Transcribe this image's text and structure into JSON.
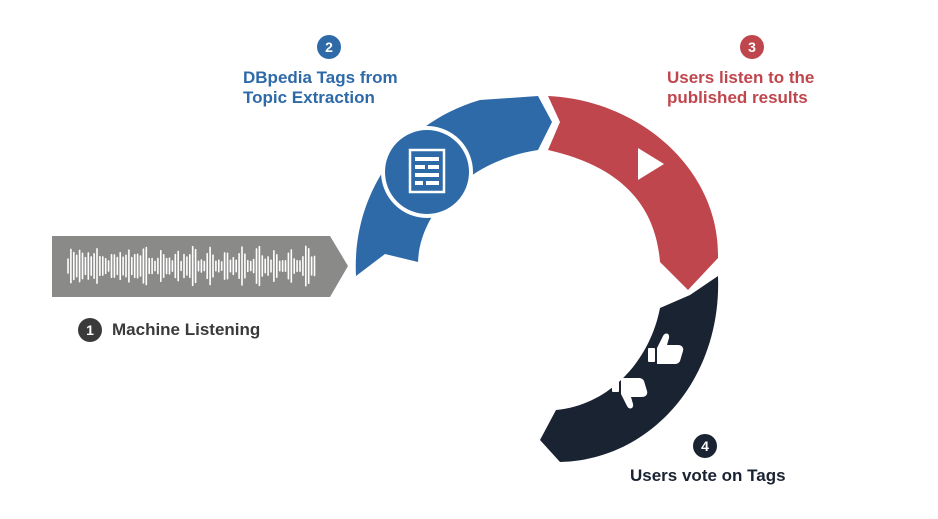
{
  "steps": [
    {
      "number": "1",
      "label": "Machine Listening",
      "color": "#3a3a3a"
    },
    {
      "number": "2",
      "label_line1": "DBpedia Tags from",
      "label_line2": "Topic Extraction",
      "color": "#2e6aa8"
    },
    {
      "number": "3",
      "label_line1": "Users listen to the",
      "label_line2": "published results",
      "color": "#c0464e"
    },
    {
      "number": "4",
      "label": "Users vote on Tags",
      "color": "#1a2332"
    }
  ],
  "colors": {
    "waveform_band": "#8a8a88",
    "blue_segment": "#2e6aa8",
    "red_segment": "#c0464e",
    "navy_segment": "#1a2332"
  },
  "icons": {
    "step1": "waveform-icon",
    "step2": "document-tags-icon",
    "step3": "play-icon",
    "step4": [
      "thumbs-up-icon",
      "thumbs-down-icon"
    ]
  }
}
